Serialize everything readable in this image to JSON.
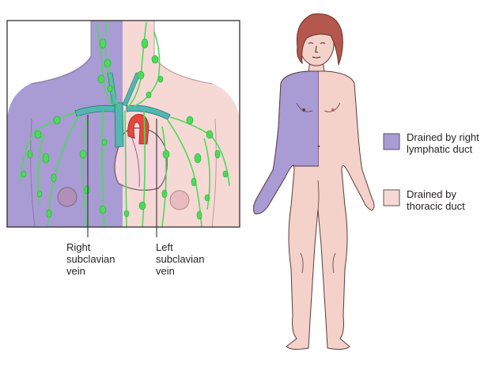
{
  "colors": {
    "right_lymphatic": "#a99bd3",
    "thoracic": "#f6d9d5",
    "lymph": "#4bdb5a",
    "vein": "#52b7b3",
    "artery": "#e8453c",
    "heart": "#f6d5dd",
    "skin": "#f4d1c9",
    "hair": "#b4574c"
  },
  "callouts": {
    "right_subclavian": "Right\nsubclavian\nvein",
    "left_subclavian": "Left\nsubclavian\nvein"
  },
  "legend": [
    {
      "label": "Drained by right\nlymphatic duct",
      "color": "#a99bd3"
    },
    {
      "label": "Drained by\nthoracic duct",
      "color": "#f6d9d5"
    }
  ]
}
